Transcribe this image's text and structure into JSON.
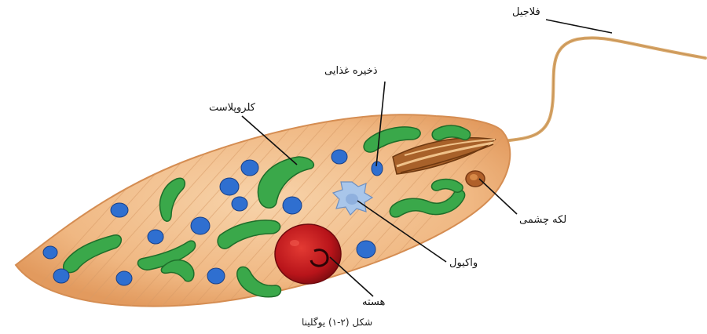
{
  "labels": {
    "flagellum": "فلاجیل",
    "food_storage": "ذخیره غذایی",
    "chloroplast": "کلروپلاست",
    "eyespot": "لکه چشمی",
    "vacuole": "واکیول",
    "nucleus": "هسته"
  },
  "caption": "شکل (۲-۱) یوگلینا",
  "colors": {
    "body": "#f2c08e",
    "body_edge": "#d99a62",
    "chloroplast": "#3aa84a",
    "food_storage": "#2f6fd0",
    "nucleus": "#c0141a",
    "vacuole": "#a9c6ea",
    "flagellum": "#d8a76a",
    "leader": "#111111"
  }
}
